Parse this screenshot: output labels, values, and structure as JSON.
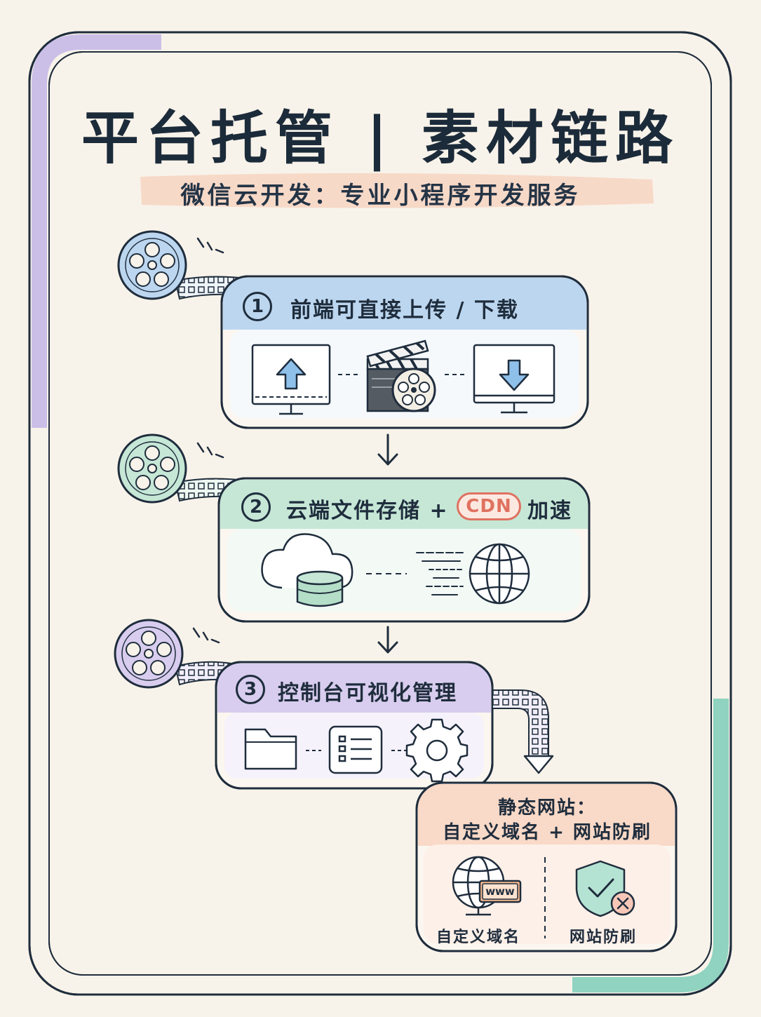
{
  "title": "平台托管 | 素材链路",
  "subtitle": "微信云开发：专业小程序开发服务",
  "steps": [
    {
      "number": "1",
      "label": "前端可直接上传 / 下载",
      "color": "#bcd6ef"
    },
    {
      "number": "2",
      "label_main": "云端文件存储 +",
      "badge": "CDN",
      "label_tail": "加速",
      "color": "#c6e7d6"
    },
    {
      "number": "3",
      "label": "控制台可视化管理",
      "color": "#d8cdee"
    }
  ],
  "final": {
    "heading_line1": "静态网站：",
    "heading_line2": "自定义域名 + 网站防刷",
    "left_label": "自定义域名",
    "right_label": "网站防刷",
    "www": "www",
    "color": "#f9d9c7"
  },
  "colors": {
    "background": "#f8f3ea",
    "ink": "#1f2d3d",
    "accent_purple": "#cbbfe8",
    "accent_teal": "#8fd3c0",
    "cdn_red": "#e07160"
  },
  "icons": [
    "film-reel-icon",
    "upload-monitor-icon",
    "clapperboard-icon",
    "download-monitor-icon",
    "cloud-database-icon",
    "globe-icon",
    "folder-icon",
    "list-icon",
    "gear-icon",
    "www-globe-icon",
    "shield-check-icon"
  ]
}
